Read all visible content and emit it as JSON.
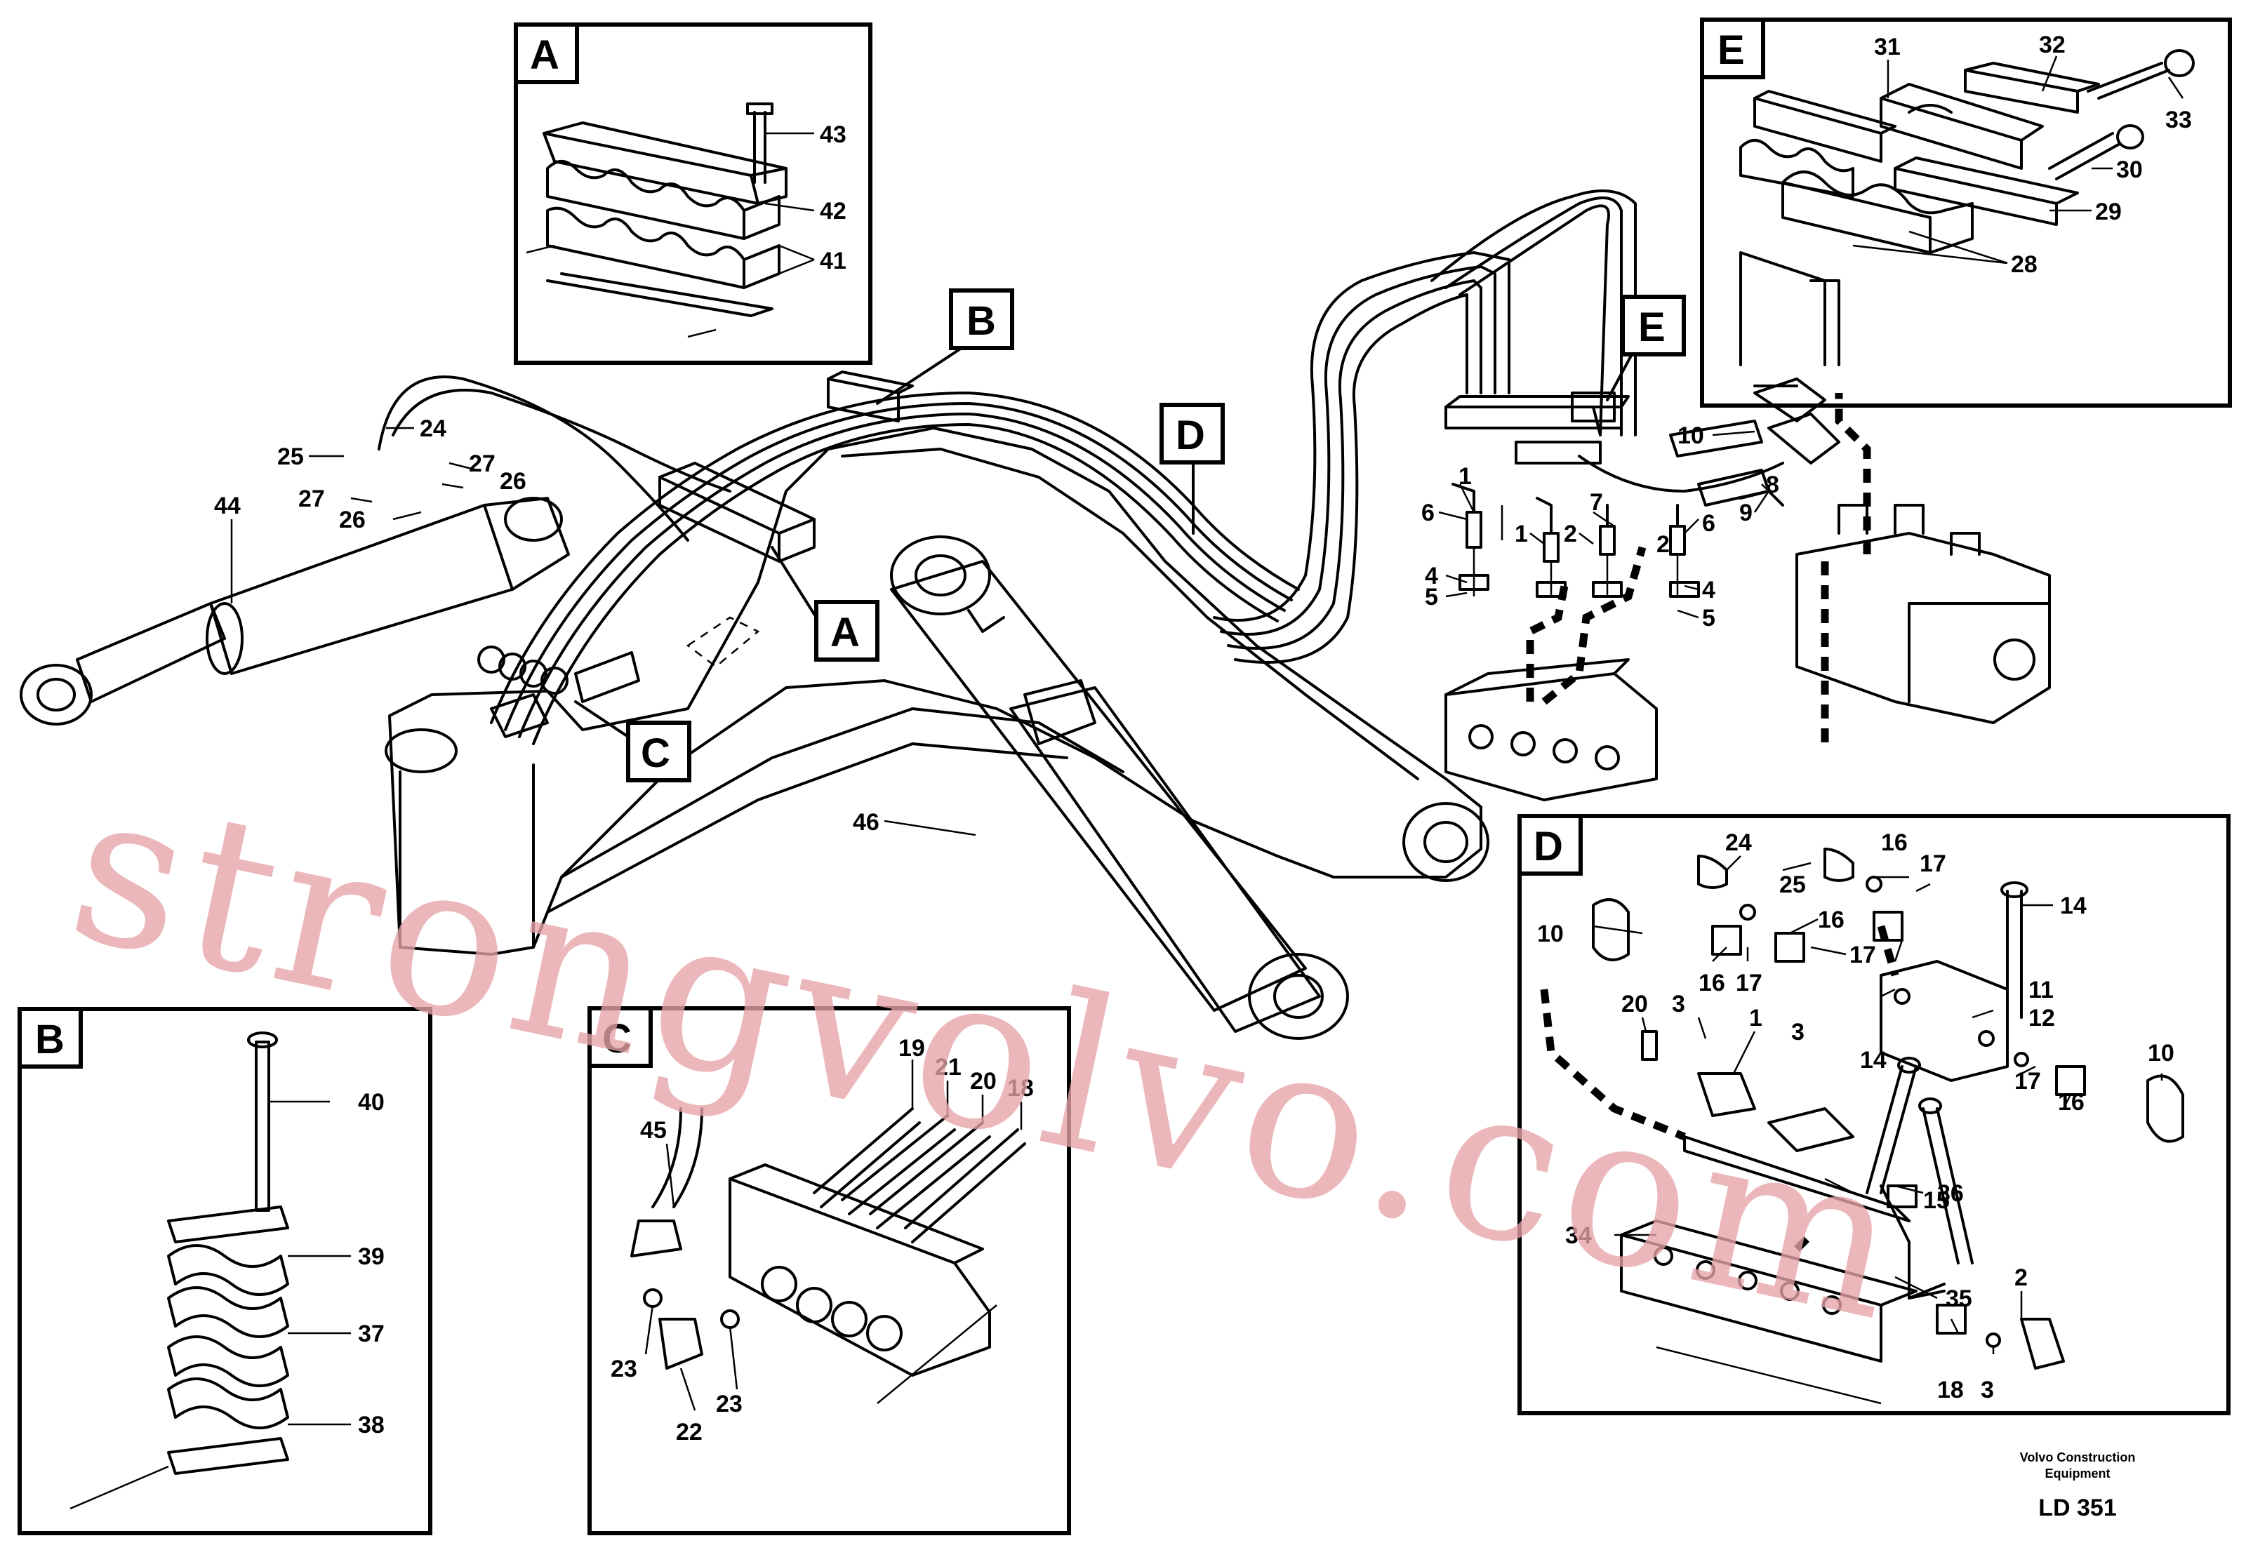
{
  "detail_tags": [
    "A",
    "B",
    "C",
    "D",
    "E"
  ],
  "callouts": {
    "a43": "43",
    "a42": "42",
    "a41": "41",
    "e31": "31",
    "e32": "32",
    "e33": "33",
    "e30": "30",
    "e29": "29",
    "e28": "28",
    "m24": "24",
    "m25": "25",
    "m27a": "27",
    "m26a": "26",
    "m27b": "27",
    "m26b": "26",
    "m44": "44",
    "m46": "46",
    "m1a": "1",
    "m6a": "6",
    "m4a": "4",
    "m5a": "5",
    "m1b": "1",
    "m2a": "2",
    "m7": "7",
    "m2b": "2",
    "m6b": "6",
    "m4b": "4",
    "m5b": "5",
    "m10": "10",
    "m8": "8",
    "m9": "9",
    "b40": "40",
    "b39": "39",
    "b37": "37",
    "b38": "38",
    "c19": "19",
    "c21": "21",
    "c20": "20",
    "c18": "18",
    "c45": "45",
    "c23a": "23",
    "c23b": "23",
    "c22": "22",
    "d24": "24",
    "d25": "25",
    "d16a": "16",
    "d17a": "17",
    "d14a": "14",
    "d10a": "10",
    "d16b": "16",
    "d17b": "17",
    "d16c": "16",
    "d17c": "17",
    "d20": "20",
    "d3a": "3",
    "d1": "1",
    "d3b": "3",
    "d14b": "14",
    "d11": "11",
    "d12": "12",
    "d17d": "17",
    "d16d": "16",
    "d10b": "10",
    "d36": "36",
    "d15": "15",
    "d34": "34",
    "d35": "35",
    "d2": "2",
    "d18": "18",
    "d3c": "3"
  },
  "credit": {
    "line1": "Volvo Construction",
    "line2": "Equipment",
    "code": "LD 351"
  },
  "watermark": "strongvolvo.com"
}
